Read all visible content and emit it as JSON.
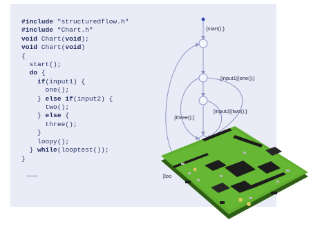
{
  "code": {
    "line1_kw": "#include",
    "line1_rest": " \"structuredflow.h\"",
    "line2_kw": "#include",
    "line2_rest": " \"Chart.h\"",
    "line3_kw": "void",
    "line3_mid": " Chart(",
    "line3_kw2": "void",
    "line3_end": ");",
    "line4_kw": "void",
    "line4_mid": " Chart(",
    "line4_kw2": "void",
    "line4_end": ")",
    "line5": "{",
    "line6": "  start();",
    "line7_kw": "do",
    "line7_rest": " {",
    "line8_kw": "if",
    "line8_rest": "(input1) {",
    "line9": "      one();",
    "line10_pre": "    } ",
    "line10_kw": "else if",
    "line10_rest": "(input2) {",
    "line11": "      two();",
    "line12_pre": "    } ",
    "line12_kw": "else",
    "line12_rest": " {",
    "line13": "      three();",
    "line14": "    }",
    "line15": "    loopy();",
    "line16_pre": "  } ",
    "line16_kw": "while",
    "line16_rest": "(looptest());",
    "line17": "}"
  },
  "flow": {
    "label_start": "{start();}",
    "label_one": "[input1]{one();}",
    "label_two": "[input2]{two();}",
    "label_three": "{three();}",
    "label_loop": "[loo"
  },
  "colors": {
    "panel": "#e9ecf6",
    "code_text": "#283266",
    "flow_line": "#8c94c4",
    "board_green": "#5fae2f",
    "chip_black": "#1c1c1c"
  }
}
